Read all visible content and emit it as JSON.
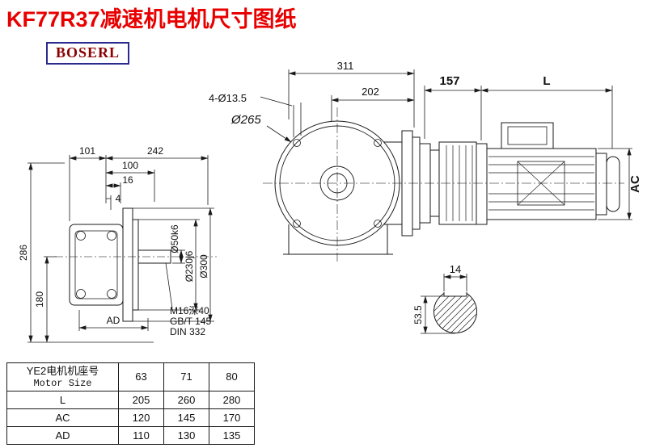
{
  "page": {
    "title": "KF77R37减速机电机尺寸图纸",
    "logo": "BOSERL",
    "accent_color": "#e80000",
    "logo_border_color": "#2b2b8f",
    "logo_text_color": "#8b0000",
    "line_color": "#1a1a1a"
  },
  "left_view": {
    "dim_width_left": "101",
    "dim_width_total": "242",
    "dim_flange_depth": "100",
    "dim_step": "16",
    "dim_gap": "4",
    "dim_height_total": "286",
    "dim_height_axis": "180",
    "dim_ad": "AD",
    "dim_shaft_dia": "Ø50k6",
    "dim_spigot_dia": "Ø230j6",
    "dim_flange_dia": "Ø300",
    "note_tap": "M16深40",
    "note_gb": "GB/T 145",
    "note_din": "DIN 332"
  },
  "front_view": {
    "dim_overall": "311",
    "dim_body": "202",
    "dim_holes": "4-Ø13.5",
    "dim_flange_dia": "Ø265",
    "dim_adapter": "157",
    "dim_motor_len": "L",
    "dim_motor_dia": "AC"
  },
  "shaft_section": {
    "dim_key_width": "14",
    "dim_key_depth": "53.5"
  },
  "table": {
    "header_cn": "YE2电机机座号",
    "header_en": "Motor Size",
    "sizes": [
      "63",
      "71",
      "80"
    ],
    "rows": [
      {
        "label": "L",
        "values": [
          "205",
          "260",
          "280"
        ]
      },
      {
        "label": "AC",
        "values": [
          "120",
          "145",
          "170"
        ]
      },
      {
        "label": "AD",
        "values": [
          "110",
          "130",
          "135"
        ]
      }
    ]
  }
}
